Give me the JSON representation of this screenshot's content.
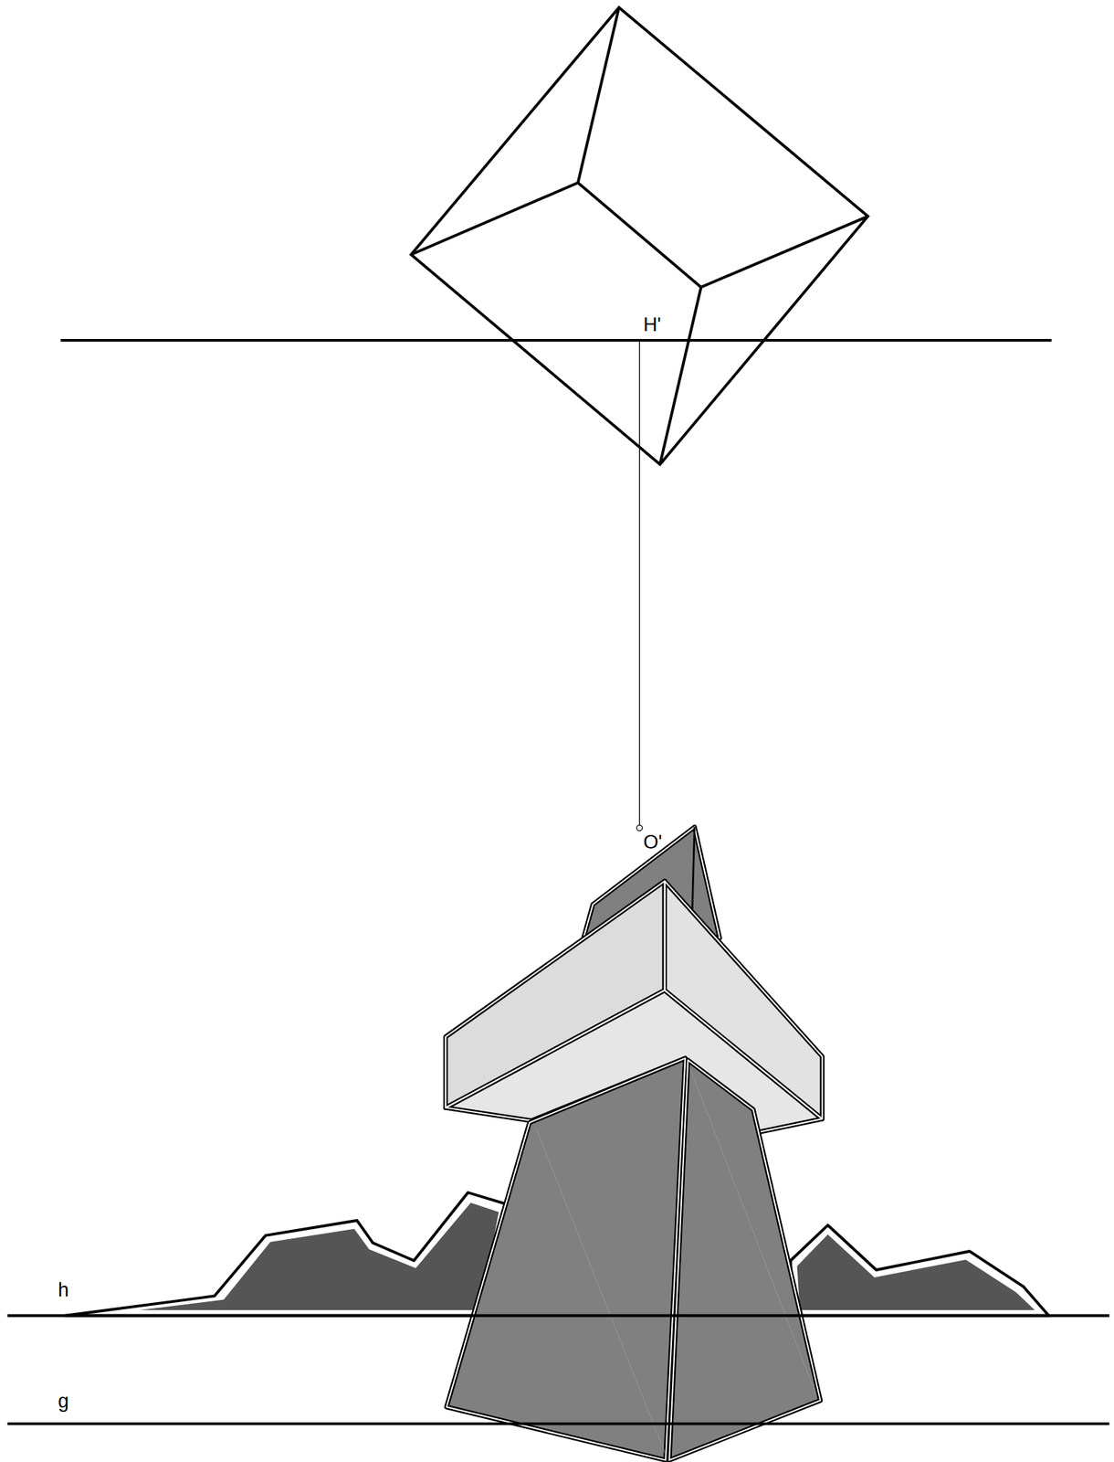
{
  "diagram": {
    "labels": [
      "H'",
      "O'",
      "h",
      "g"
    ]
  }
}
